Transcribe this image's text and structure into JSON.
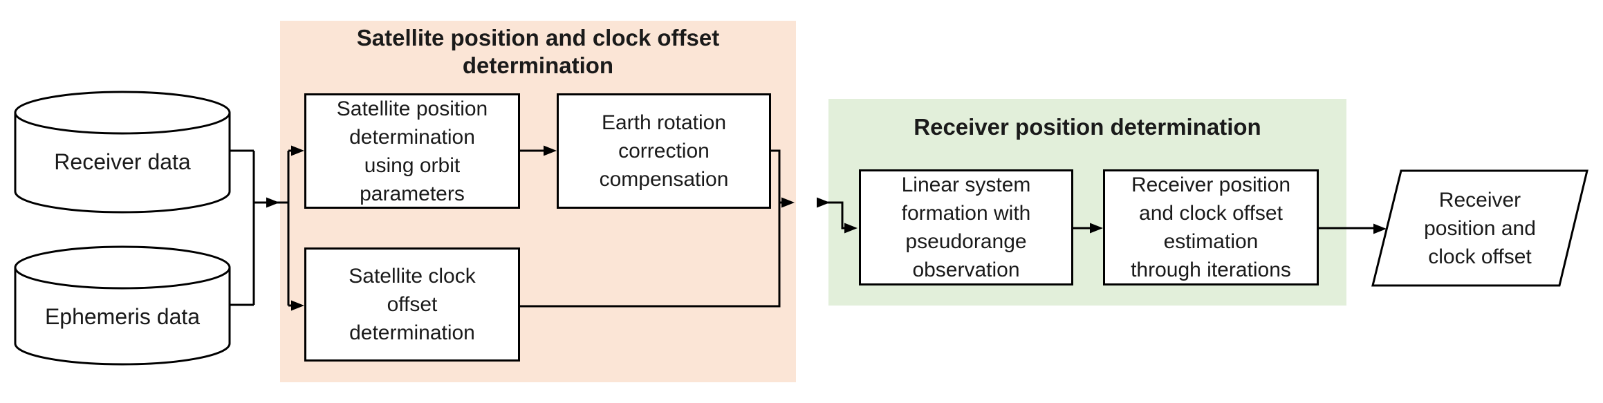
{
  "diagram": {
    "line_color": "#000000",
    "text_color": "#1a1a1a",
    "background": "#ffffff"
  },
  "cylinders": [
    {
      "label": "Receiver data"
    },
    {
      "label": "Ephemeris data"
    }
  ],
  "groups": [
    {
      "title": "Satellite position and clock offset\ndetermination",
      "color": "#FBE5D6"
    },
    {
      "title": "Receiver position determination",
      "color": "#E2EFDA"
    }
  ],
  "boxes": [
    {
      "label": "Satellite position\ndetermination\nusing orbit\nparameters"
    },
    {
      "label": "Earth rotation\ncorrection\ncompensation"
    },
    {
      "label": "Satellite clock\noffset\ndetermination"
    },
    {
      "label": "Linear system\nformation with\npseudorange\nobservation"
    },
    {
      "label": "Receiver position\nand clock offset\nestimation\nthrough iterations"
    }
  ],
  "output": {
    "label": "Receiver\nposition and\nclock offset"
  }
}
